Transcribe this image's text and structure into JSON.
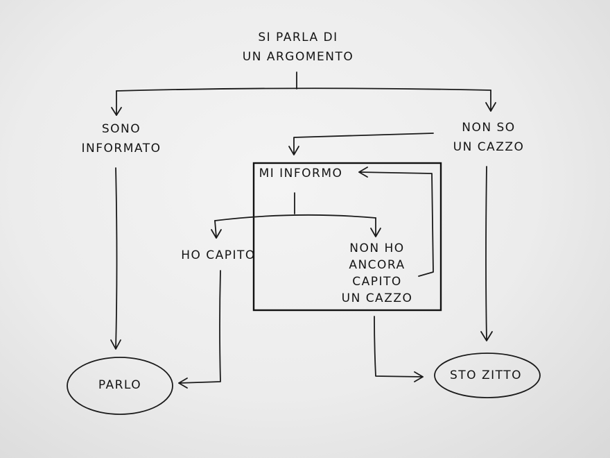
{
  "nodes": {
    "topic": "SI PARLA DI\nUN ARGOMENTO",
    "informed": "SONO\nINFORMATO",
    "clueless": "NON SO\nUN CAZZO",
    "research": "MI INFORMO",
    "understood": "HO CAPITO",
    "not_yet": "NON HO\nANCORA\nCAPITO\nUN CAZZO",
    "speak": "PARLO",
    "silent": "STO ZITTO"
  },
  "colors": {
    "ink": "#1a1a1a",
    "paper": "#f0f0f0"
  }
}
